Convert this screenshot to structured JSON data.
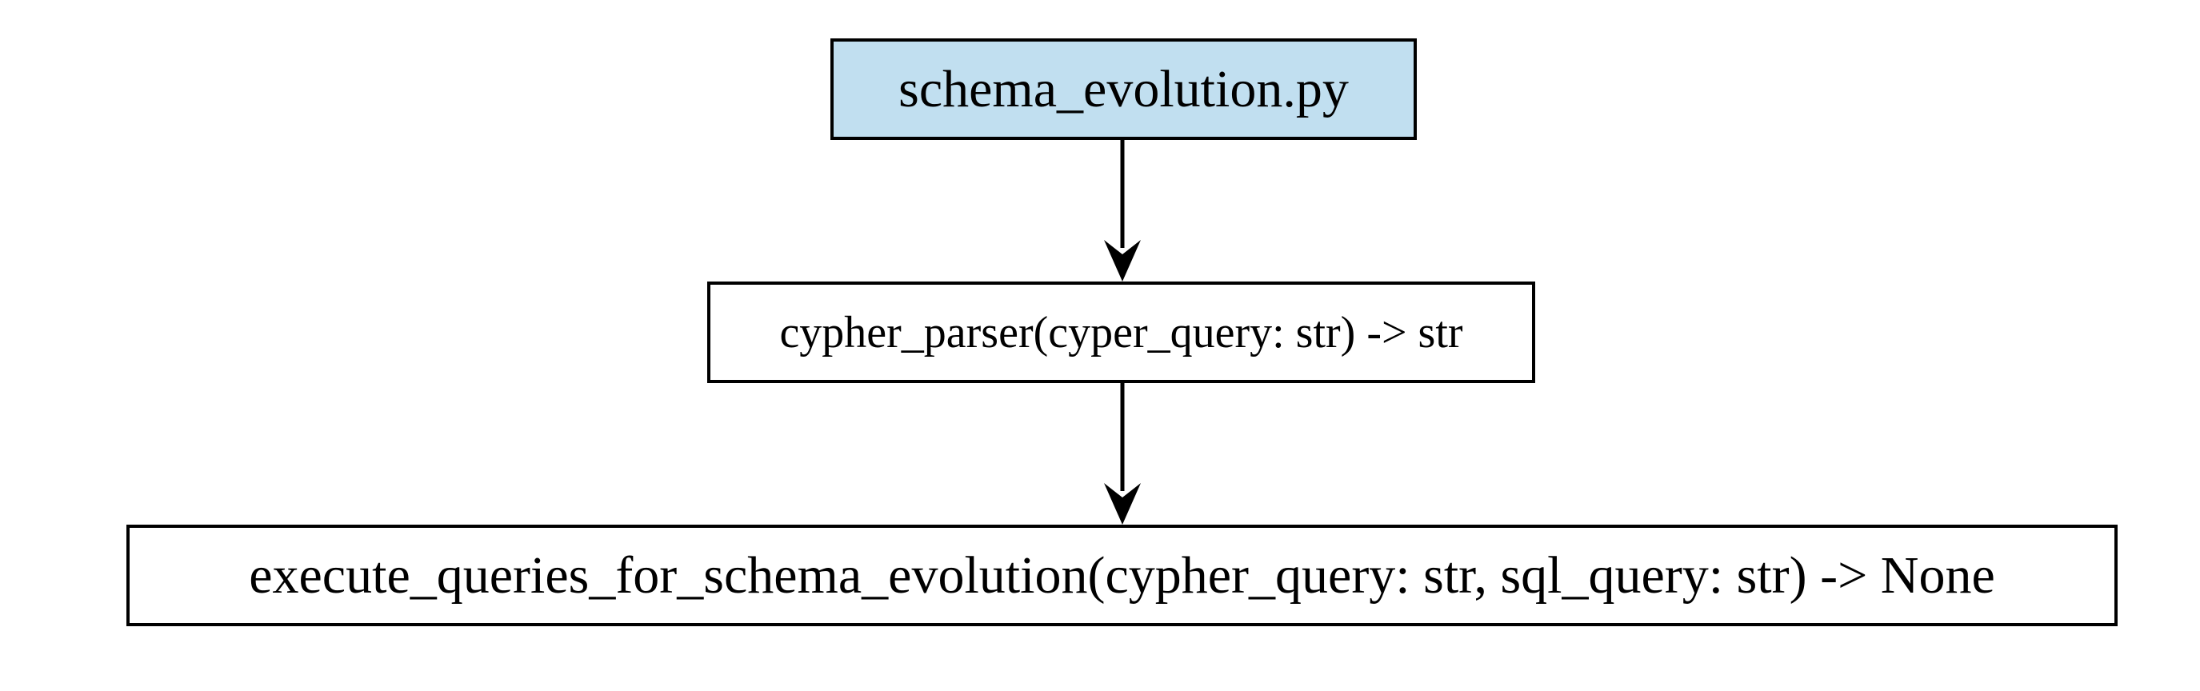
{
  "diagram": {
    "nodes": {
      "module": {
        "label": "schema_evolution.py",
        "fill": "#c1dff0"
      },
      "parser": {
        "label": "cypher_parser(cyper_query: str) -> str",
        "fill": "#ffffff"
      },
      "execute": {
        "label": "execute_queries_for_schema_evolution(cypher_query: str, sql_query: str) -> None",
        "fill": "#ffffff"
      }
    },
    "edges": [
      {
        "from": "module",
        "to": "parser"
      },
      {
        "from": "parser",
        "to": "execute"
      }
    ],
    "colors": {
      "stroke": "#000000",
      "background": "#ffffff"
    }
  }
}
